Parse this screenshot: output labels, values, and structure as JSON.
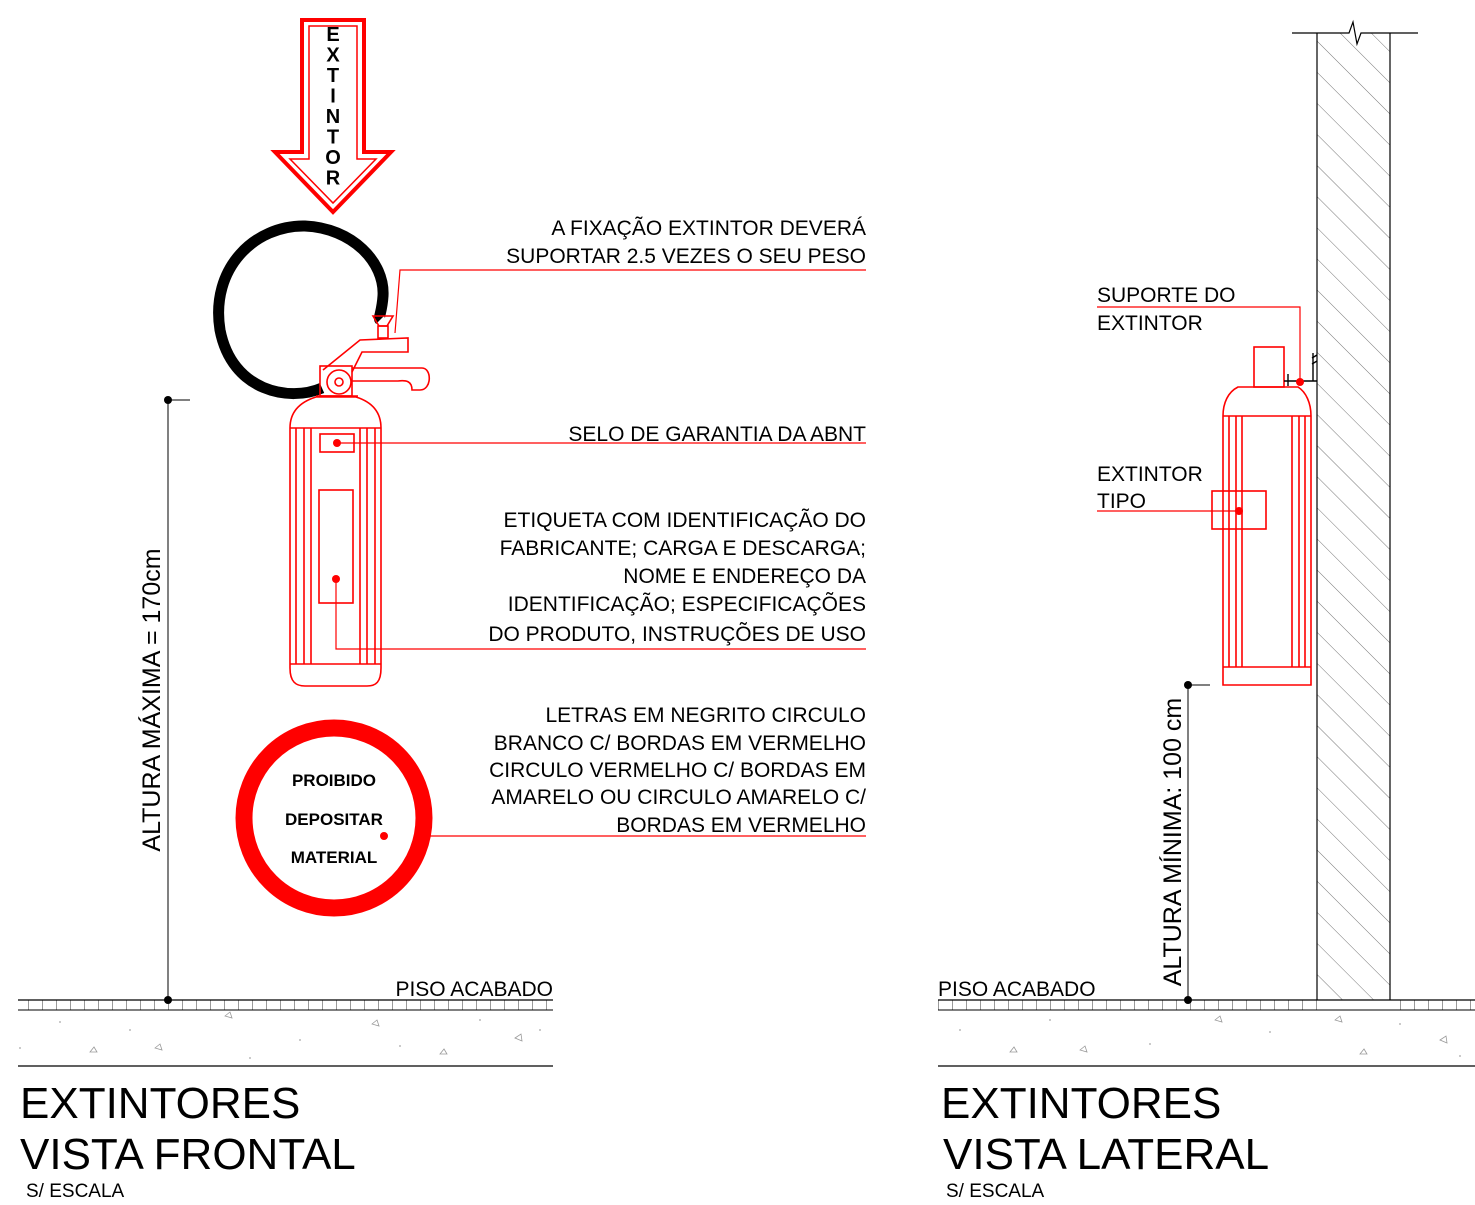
{
  "colors": {
    "red": "#ff0000",
    "black": "#000000",
    "wall_hatch": "#555555"
  },
  "arrow_sign": {
    "letters": [
      "E",
      "X",
      "T",
      "I",
      "N",
      "T",
      "O",
      "R"
    ]
  },
  "front_view": {
    "notes": {
      "fixation": [
        "A FIXAÇÃO EXTINTOR DEVERÁ",
        "SUPORTAR 2.5 VEZES O SEU PESO"
      ],
      "seal": [
        "SELO DE GARANTIA DA ABNT"
      ],
      "label": [
        "ETIQUETA COM IDENTIFICAÇÃO DO",
        "FABRICANTE; CARGA E DESCARGA;",
        "NOME E ENDEREÇO DA",
        "IDENTIFICAÇÃO; ESPECIFICAÇÕES",
        "DO PRODUTO, INSTRUÇÕES DE USO"
      ],
      "sign_letters": [
        "LETRAS EM NEGRITO CIRCULO",
        "BRANCO C/ BORDAS EM VERMELHO",
        "CIRCULO VERMELHO C/ BORDAS EM",
        "AMARELO OU CIRCULO AMARELO C/",
        "BORDAS EM VERMELHO"
      ]
    },
    "prohibited_sign": [
      "PROIBIDO",
      "DEPOSITAR",
      "MATERIAL"
    ],
    "dimension": "ALTURA MÁXIMA = 170cm",
    "floor_label": "PISO ACABADO",
    "title": [
      "EXTINTORES",
      "VISTA FRONTAL"
    ],
    "scale": "S/ ESCALA"
  },
  "side_view": {
    "notes": {
      "support": [
        "SUPORTE DO",
        "EXTINTOR"
      ],
      "type": [
        "EXTINTOR",
        "TIPO"
      ]
    },
    "dimension": "ALTURA MÍNIMA: 100 cm",
    "floor_label": "PISO ACABADO",
    "title": [
      "EXTINTORES",
      "VISTA LATERAL"
    ],
    "scale": "S/ ESCALA"
  }
}
